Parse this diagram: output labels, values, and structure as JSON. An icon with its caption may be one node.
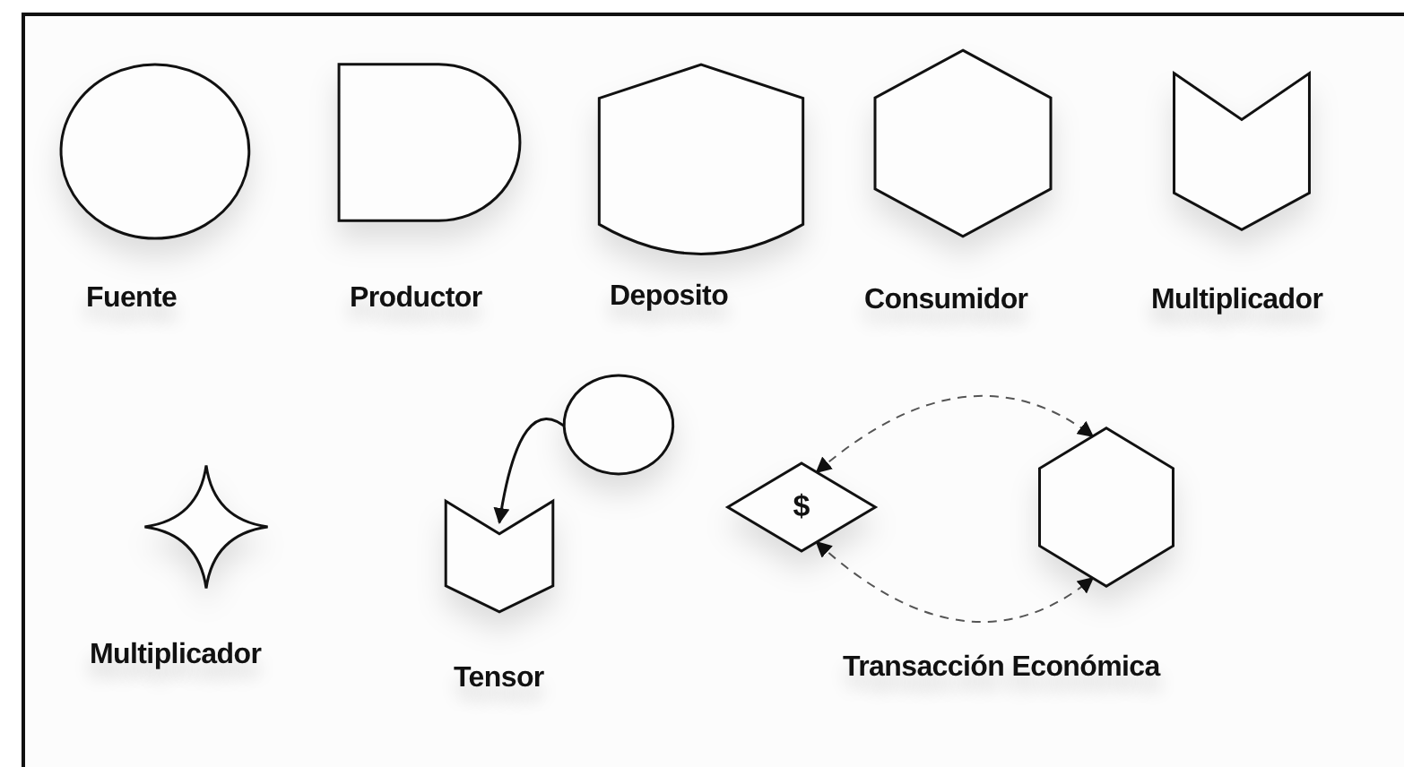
{
  "diagram": {
    "nodes": [
      {
        "text": [],
        "shape": "circle",
        "beside": [
          "Fuente"
        ]
      },
      {
        "text": [],
        "shape": "delay",
        "beside": [
          "Productor"
        ]
      },
      {
        "text": [],
        "shape": "tank",
        "beside": [
          "Deposito"
        ]
      },
      {
        "text": [],
        "shape": "hexagon",
        "beside": [
          "Consumidor"
        ]
      },
      {
        "text": [],
        "shape": "chevron",
        "beside": [
          "Multiplicador"
        ]
      },
      {
        "text": [],
        "shape": "star",
        "beside": [
          "Multiplicador"
        ]
      },
      {
        "text": [],
        "shape": "circle"
      },
      {
        "text": [],
        "shape": "chevron",
        "beside": [
          "Tensor"
        ]
      },
      {
        "text": [
          "$"
        ]
      },
      {
        "text": [],
        "shape": "hexagon"
      }
    ],
    "edges": [
      {
        "from": 6,
        "to": 7,
        "arrow": "to"
      },
      {
        "from": 8,
        "to": 9,
        "arrow": "both",
        "style": "dashed"
      },
      {
        "from": 8,
        "to": 9,
        "arrow": "both",
        "style": "dashed"
      }
    ],
    "labels": [
      "Transacción Económica"
    ]
  }
}
